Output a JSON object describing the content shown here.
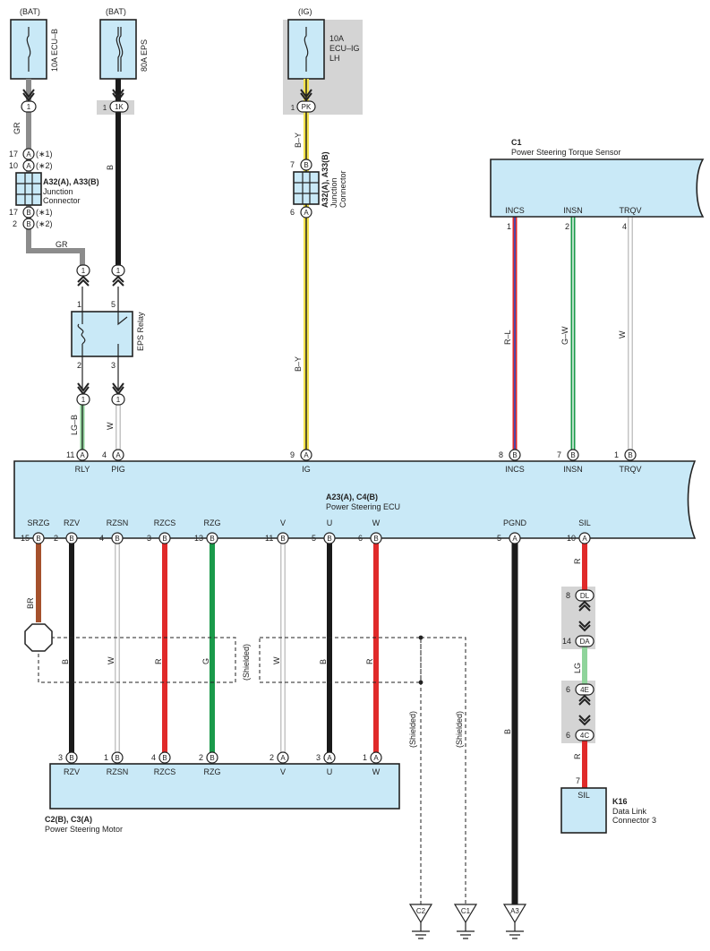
{
  "sources": {
    "bat1": "(BAT)",
    "bat2": "(BAT)",
    "ig": "(IG)"
  },
  "fuses": {
    "ecu_b": "10A ECU–B",
    "eps": "80A EPS",
    "ecu_ig_1": "10A",
    "ecu_ig_2": "ECU–IG",
    "ecu_ig_3": "LH"
  },
  "junction_left": {
    "id": "A32(A), A33(B)",
    "name1": "Junction",
    "name2": "Connector",
    "pins": [
      "17",
      "10",
      "17",
      "2"
    ],
    "conns": [
      "A",
      "A",
      "B",
      "B"
    ],
    "notes": [
      "(∗1)",
      "(∗2)",
      "(∗1)",
      "(∗2)"
    ]
  },
  "junction_mid": {
    "id": "A32(A), A33(B)",
    "name1": "Junction",
    "name2": "Connector",
    "pins": [
      "7",
      "6"
    ],
    "conns": [
      "B",
      "A"
    ]
  },
  "relay": {
    "name": "EPS Relay",
    "pins": [
      "1",
      "5",
      "2",
      "3"
    ]
  },
  "wires": {
    "gr": "GR",
    "b": "B",
    "by": "B–Y",
    "lgb": "LG–B",
    "w": "W",
    "rl": "R–L",
    "gw": "G–W",
    "br": "BR",
    "r": "R",
    "g": "G",
    "lg": "LG"
  },
  "splices": {
    "p1": "1",
    "p1k": "1K",
    "ppk": "PK",
    "one": "1",
    "dl": "DL",
    "da": "DA",
    "e4": "4E",
    "c4": "4C",
    "dl_pin": "8",
    "da_pin": "14",
    "e4_pin": "6",
    "c4_pin": "6"
  },
  "sensor": {
    "id": "C1",
    "name": "Power Steering Torque Sensor",
    "terms": [
      "INCS",
      "INSN",
      "TRQV"
    ],
    "pins": [
      "1",
      "2",
      "4"
    ]
  },
  "ecu": {
    "id": "A23(A), C4(B)",
    "name": "Power Steering ECU",
    "top_terms": [
      "RLY",
      "PIG",
      "IG",
      "INCS",
      "INSN",
      "TRQV"
    ],
    "top_pins": [
      "11",
      "4",
      "9",
      "8",
      "7",
      "1"
    ],
    "top_conns": [
      "A",
      "A",
      "A",
      "B",
      "B",
      "B"
    ],
    "bot_terms": [
      "SRZG",
      "RZV",
      "RZSN",
      "RZCS",
      "RZG",
      "V",
      "U",
      "W",
      "PGND",
      "SIL"
    ],
    "bot_pins": [
      "15",
      "2",
      "4",
      "3",
      "13",
      "11",
      "5",
      "6",
      "5",
      "10"
    ],
    "bot_conns": [
      "B",
      "B",
      "B",
      "B",
      "B",
      "B",
      "B",
      "B",
      "A",
      "A"
    ]
  },
  "motor": {
    "id": "C2(B), C3(A)",
    "name": "Power Steering Motor",
    "terms": [
      "RZV",
      "RZSN",
      "RZCS",
      "RZG",
      "V",
      "U",
      "W"
    ],
    "pins": [
      "3",
      "1",
      "4",
      "2",
      "2",
      "3",
      "1"
    ],
    "conns": [
      "B",
      "B",
      "B",
      "B",
      "A",
      "A",
      "A"
    ]
  },
  "dlc": {
    "id": "K16",
    "name1": "Data Link",
    "name2": "Connector 3",
    "term": "SIL",
    "pin": "7"
  },
  "shielded": "(Shielded)",
  "grounds": [
    "C2",
    "C1",
    "A3"
  ],
  "colors": {
    "gray": "#8c8c8c",
    "black": "#1a1a1a",
    "yellow": "#f2e14b",
    "red": "#e02a2a",
    "blue": "#2b4fc8",
    "green": "#1a9a4a",
    "ltgreen": "#8fd49b",
    "brown": "#a5512c",
    "white": "#ffffff",
    "box": "#c9e9f7"
  }
}
